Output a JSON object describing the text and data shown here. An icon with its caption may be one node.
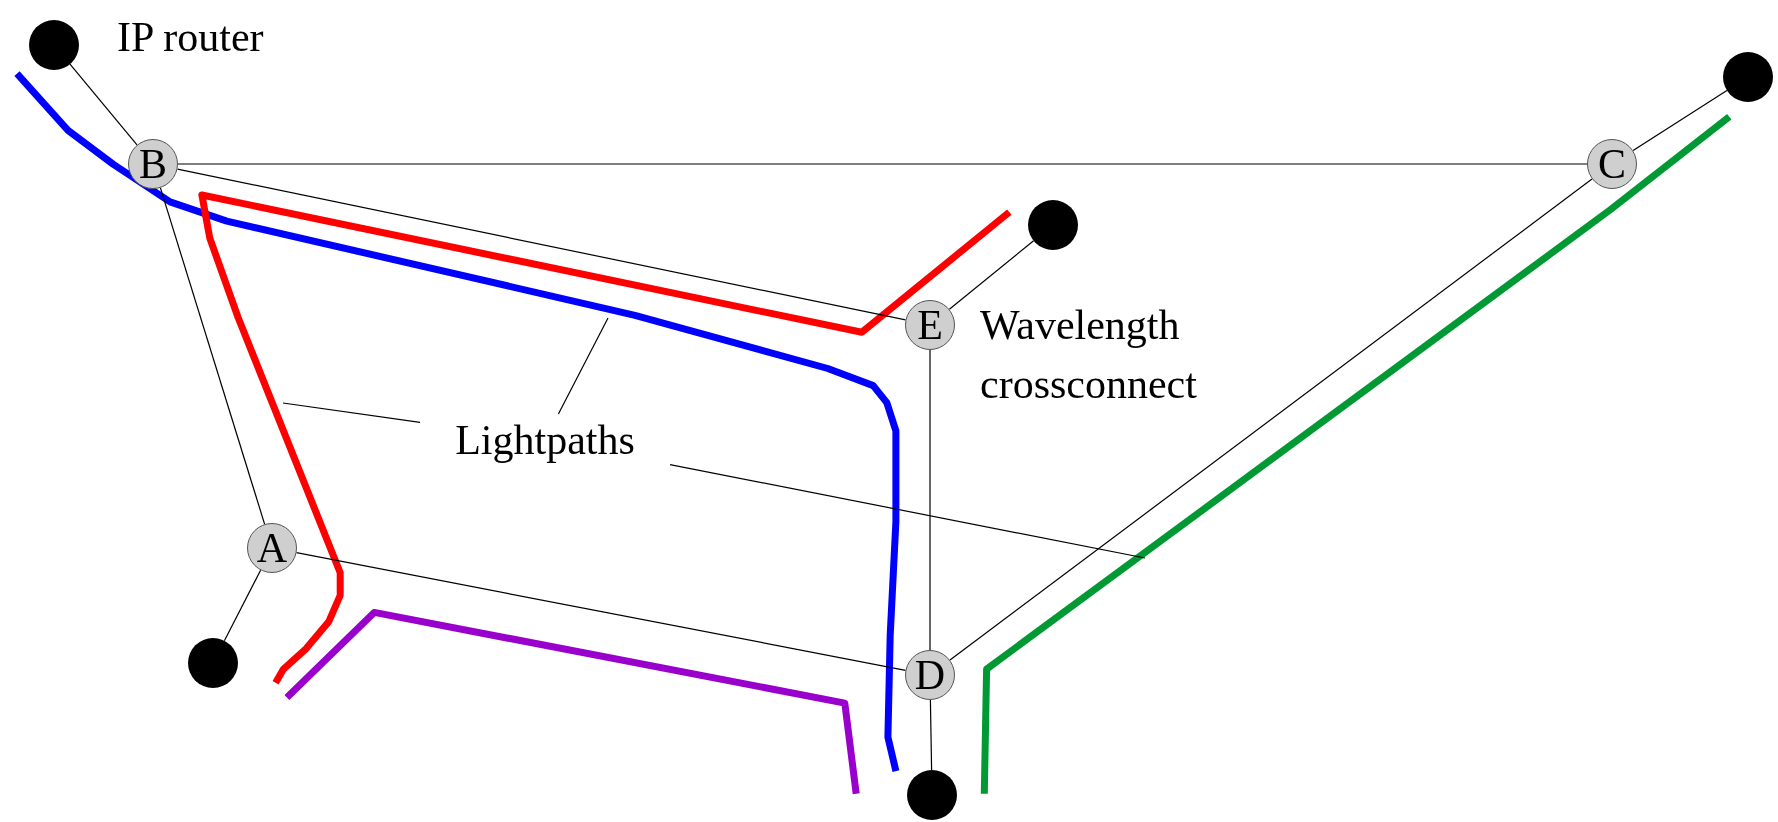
{
  "diagram": {
    "nodes": [
      {
        "text": [],
        "shape": "circle",
        "beside": [
          "IP router"
        ]
      },
      {
        "text": [],
        "shape": "circle"
      },
      {
        "text": [
          "B"
        ]
      },
      {
        "text": [
          "C"
        ]
      },
      {
        "text": [],
        "shape": "circle"
      },
      {
        "text": [
          "E"
        ],
        "beside": [
          "Wavelength crossconnect"
        ]
      },
      {
        "text": [
          "A"
        ]
      },
      {
        "text": [],
        "shape": "circle"
      },
      {
        "text": [
          "D"
        ]
      },
      {
        "text": [],
        "shape": "circle"
      },
      {
        "text": [
          "Lightpaths"
        ]
      }
    ],
    "edges": [
      {
        "from": 0,
        "to": 2,
        "arrow": "none"
      },
      {
        "from": 2,
        "to": 3,
        "arrow": "none"
      },
      {
        "from": 1,
        "to": 3,
        "arrow": "none"
      },
      {
        "from": 2,
        "to": 5,
        "arrow": "none"
      },
      {
        "from": 4,
        "to": 5,
        "arrow": "none"
      },
      {
        "from": 2,
        "to": 6,
        "arrow": "none"
      },
      {
        "from": 6,
        "to": 7,
        "arrow": "none"
      },
      {
        "from": 6,
        "to": 8,
        "arrow": "none"
      },
      {
        "from": 5,
        "to": 8,
        "arrow": "none"
      },
      {
        "from": 3,
        "to": 8,
        "arrow": "none"
      },
      {
        "from": 8,
        "to": 9,
        "arrow": "none"
      },
      {
        "from": 10,
        "to": null,
        "arrow": "none"
      },
      {
        "from": 10,
        "to": null,
        "arrow": "none"
      },
      {
        "from": 10,
        "to": null,
        "arrow": "none"
      }
    ]
  }
}
